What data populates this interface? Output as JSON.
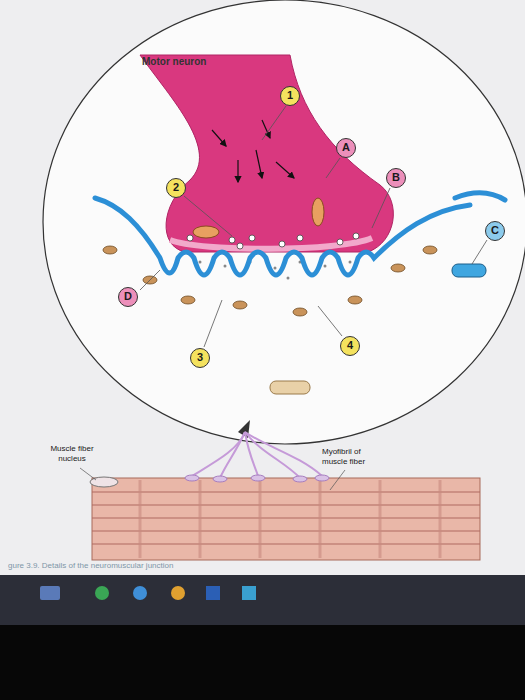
{
  "diagram": {
    "caption": "gure 3.9. Details of the neuromuscular junction",
    "labels": [
      "Motor neuron",
      "1",
      "A",
      "B",
      "C",
      "2",
      "D",
      "3",
      "4",
      "Muscle fiber nucleus",
      "Myofibril of muscle fiber"
    ]
  }
}
